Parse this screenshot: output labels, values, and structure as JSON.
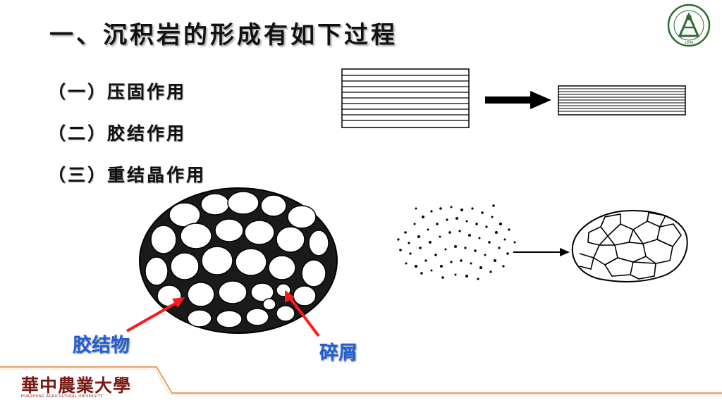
{
  "slide": {
    "title": "一、沉积岩的形成有如下过程",
    "items": [
      {
        "label": "（一）压固作用"
      },
      {
        "label": "（二）胶结作用"
      },
      {
        "label": "（三）重结晶作用"
      }
    ],
    "annotations": {
      "cement": "胶结物",
      "debris": "碎屑"
    },
    "colors": {
      "accent_arrow": "#ff1a1a",
      "annotation_text": "#1f5fd6",
      "footer_brand": "#7a1a14",
      "footer_line": "#e8a060"
    }
  },
  "logo": {
    "year": "1898",
    "icon": "university-seal-icon"
  },
  "footer": {
    "university_name": "華中農業大學",
    "university_name_en": "HUAZHONG AGRICULTURAL UNIVERSITY"
  }
}
